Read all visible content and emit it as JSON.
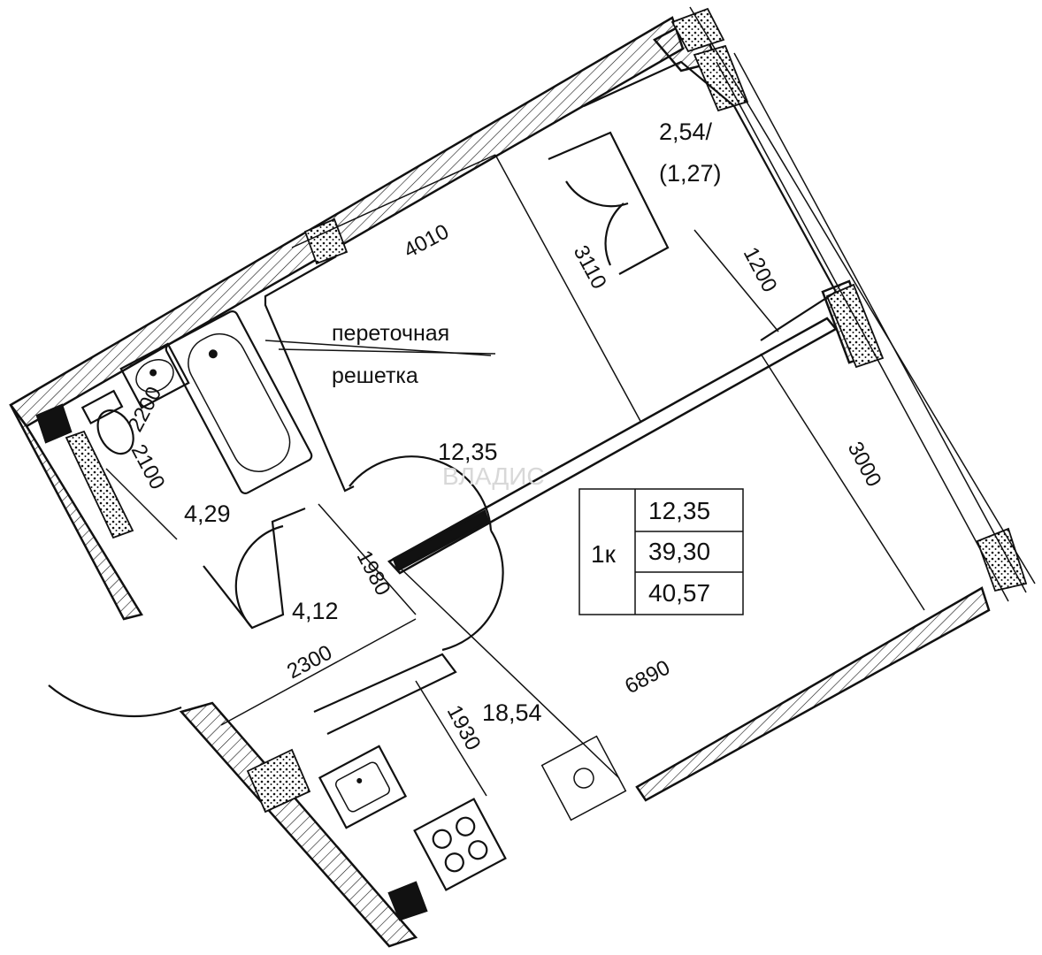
{
  "rooms": {
    "bedroom_area": "12,35",
    "bathroom_area": "4,29",
    "hall_area": "4,12",
    "living_kitchen_area": "18,54",
    "balcony_area": "2,54/",
    "balcony_area_reduced": "(1,27)"
  },
  "dimensions": {
    "d4010": "4010",
    "d3110": "3110",
    "d1200": "1200",
    "d2200": "2200",
    "d2100": "2100",
    "d3000": "3000",
    "d1980": "1980",
    "d2300": "2300",
    "d6890": "6890",
    "d1930": "1930"
  },
  "note": {
    "line1": "переточная",
    "line2": "решетка"
  },
  "summary": {
    "rooms_label": "1к",
    "living_area": "12,35",
    "total_area": "39,30",
    "total_area_with_balcony": "40,57"
  },
  "watermark": "ВЛАДИС"
}
